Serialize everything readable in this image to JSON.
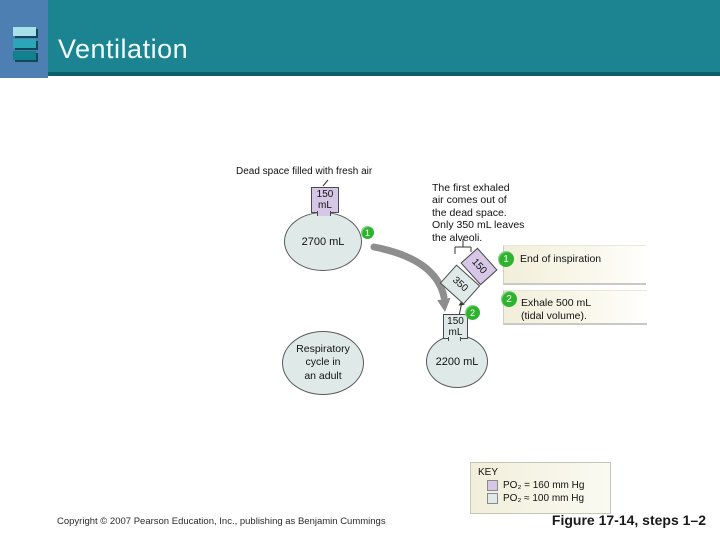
{
  "colors": {
    "header_teal": "#1b8490",
    "header_underline": "#0a5f6b",
    "logo_blue": "#4e7fb2",
    "logo_bar_light": "#a6e0e8",
    "logo_bar_mid": "#2aa6b6",
    "logo_bar_dark": "#13808e",
    "step_green": "#2db32d",
    "dead_space_purple": "#d6c7e6",
    "alveolar_blue": "#dfeae8",
    "callout_cream": "#f1eeda",
    "arrow_gray": "#8e8e8e"
  },
  "header": {
    "title": "Ventilation"
  },
  "diagram": {
    "dead_space_label": "Dead space filled with fresh air",
    "inspiration_circle": {
      "dead_space_box": "150\nmL",
      "volume": "2700 mL",
      "marker": "1"
    },
    "note": "The first exhaled\nair comes out of\nthe dead space.\nOnly 350 mL leaves\nthe alveoli.",
    "exhaled_150": "150",
    "exhaled_350": "350",
    "expiration_circle": {
      "dead_space_box": "150\nmL",
      "volume": "2200 mL",
      "marker": "2"
    },
    "cycle_circle": "Respiratory\ncycle in\nan adult",
    "steps": [
      {
        "number": "1",
        "label": "End of inspiration"
      },
      {
        "number": "2",
        "label": "Exhale 500 mL\n(tidal volume)."
      }
    ]
  },
  "key": {
    "title": "KEY",
    "entries": [
      {
        "swatch": "purple",
        "label": "PO₂ = 160 mm Hg"
      },
      {
        "swatch": "blue",
        "label": "PO₂ ≈ 100 mm Hg"
      }
    ]
  },
  "footer": {
    "copyright": "Copyright © 2007 Pearson Education, Inc., publishing as Benjamin Cummings",
    "figure": "Figure 17-14, steps 1–2"
  }
}
